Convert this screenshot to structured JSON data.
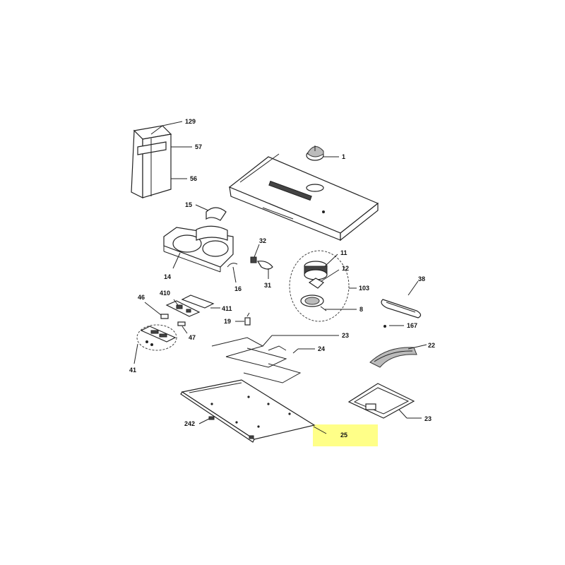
{
  "diagram": {
    "highlight_color": "#ffff88",
    "labels": {
      "l129": "129",
      "l57": "57",
      "l56": "56",
      "l1": "1",
      "l15": "15",
      "l14": "14",
      "l32": "32",
      "l31": "31",
      "l16": "16",
      "l11": "11",
      "l12": "12",
      "l103": "103",
      "l8": "8",
      "l38": "38",
      "l167": "167",
      "l46": "46",
      "l410": "410",
      "l411": "411",
      "l19": "19",
      "l47": "47",
      "l41": "41",
      "l23a": "23",
      "l24": "24",
      "l22": "22",
      "l242": "242",
      "l25": "25",
      "l23b": "23"
    }
  }
}
